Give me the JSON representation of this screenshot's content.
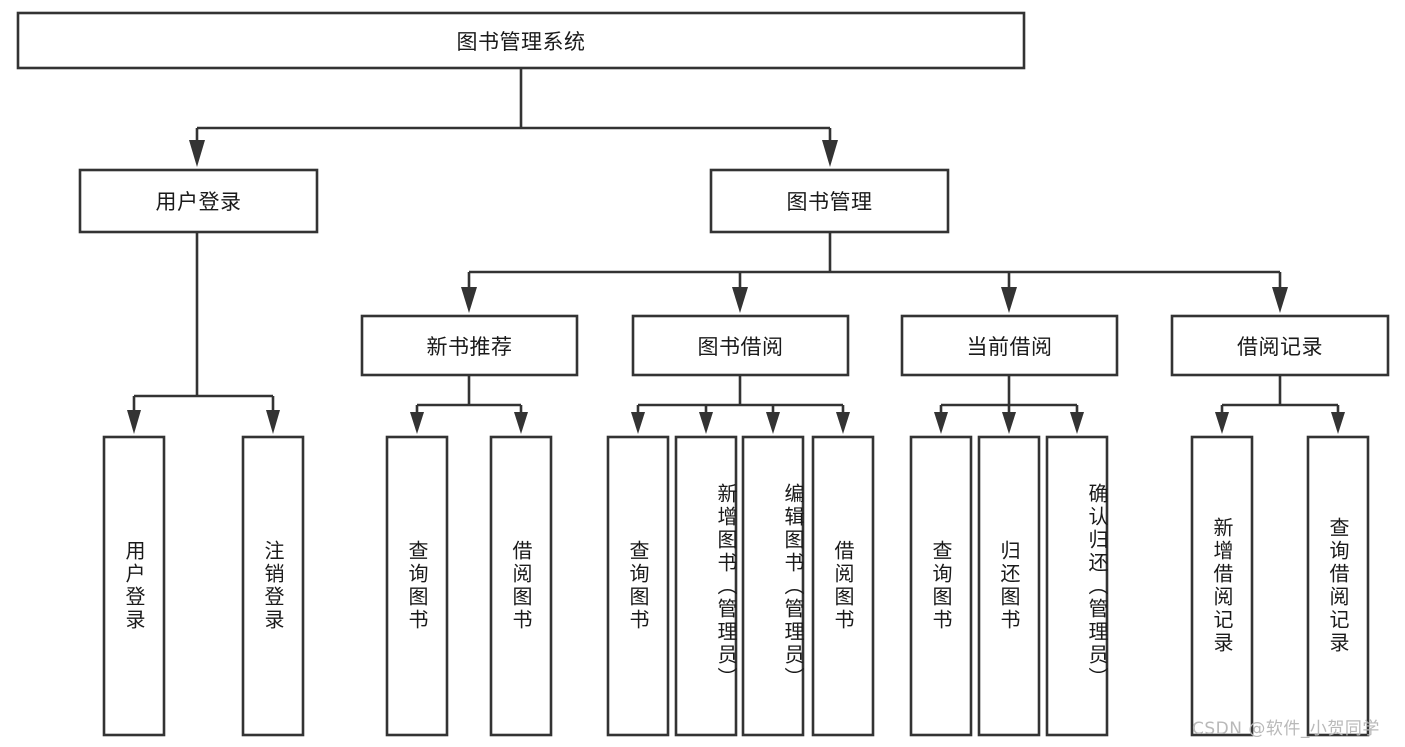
{
  "diagram": {
    "type": "tree-hierarchy",
    "title": "图书管理系统",
    "root": {
      "id": "root",
      "label": "图书管理系统"
    },
    "level2": [
      {
        "id": "user-login",
        "label": "用户登录"
      },
      {
        "id": "book-manage",
        "label": "图书管理"
      }
    ],
    "level3": [
      {
        "id": "new-book-recommend",
        "label": "新书推荐",
        "parent": "book-manage"
      },
      {
        "id": "book-borrow",
        "label": "图书借阅",
        "parent": "book-manage"
      },
      {
        "id": "current-borrow",
        "label": "当前借阅",
        "parent": "book-manage"
      },
      {
        "id": "borrow-record",
        "label": "借阅记录",
        "parent": "book-manage"
      }
    ],
    "leaves": [
      {
        "id": "leaf-user-login",
        "label": "用户登录",
        "parent": "user-login"
      },
      {
        "id": "leaf-user-logout",
        "label": "注销登录",
        "parent": "user-login"
      },
      {
        "id": "leaf-query-book-1",
        "label": "查询图书",
        "parent": "new-book-recommend"
      },
      {
        "id": "leaf-borrow-book-1",
        "label": "借阅图书",
        "parent": "new-book-recommend"
      },
      {
        "id": "leaf-query-book-2",
        "label": "查询图书",
        "parent": "book-borrow"
      },
      {
        "id": "leaf-add-book",
        "label": "新增图书（管理员）",
        "parent": "book-borrow"
      },
      {
        "id": "leaf-edit-book",
        "label": "编辑图书（管理员）",
        "parent": "book-borrow"
      },
      {
        "id": "leaf-borrow-book-2",
        "label": "借阅图书",
        "parent": "book-borrow"
      },
      {
        "id": "leaf-query-book-3",
        "label": "查询图书",
        "parent": "current-borrow"
      },
      {
        "id": "leaf-return-book",
        "label": "归还图书",
        "parent": "current-borrow"
      },
      {
        "id": "leaf-confirm-return",
        "label": "确认归还（管理员）",
        "parent": "current-borrow"
      },
      {
        "id": "leaf-add-record",
        "label": "新增借阅记录",
        "parent": "borrow-record"
      },
      {
        "id": "leaf-query-record",
        "label": "查询借阅记录",
        "parent": "borrow-record"
      }
    ],
    "watermark": "CSDN @软件_小贺同学",
    "colors": {
      "stroke": "#333333",
      "box_fill": "#ffffff",
      "text": "#1a1a1a",
      "watermark": "#b9b9b9",
      "background": "#ffffff"
    }
  }
}
